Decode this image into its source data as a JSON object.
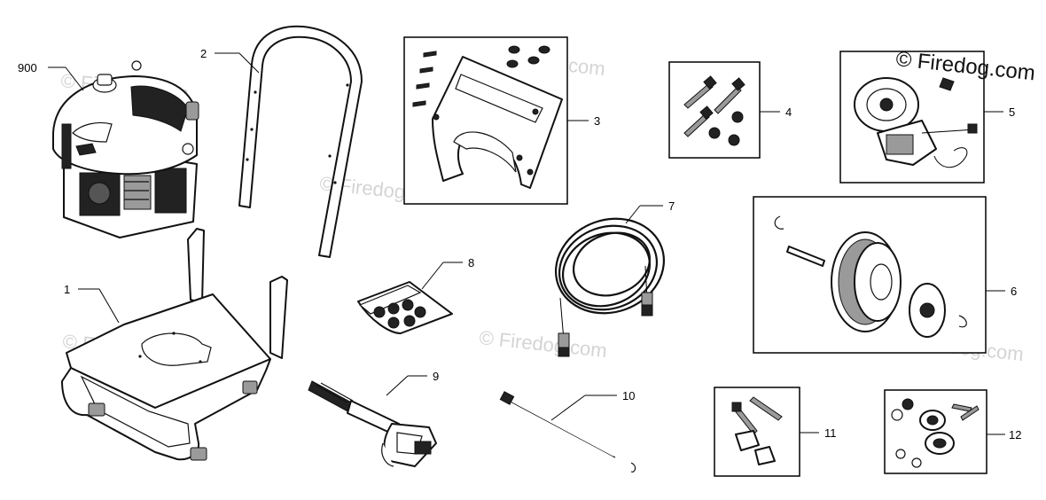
{
  "diagram": {
    "callouts": {
      "c900": "900",
      "c1": "1",
      "c2": "2",
      "c3": "3",
      "c4": "4",
      "c5": "5",
      "c6": "6",
      "c7": "7",
      "c8": "8",
      "c9": "9",
      "c10": "10",
      "c11": "11",
      "c12": "12"
    },
    "watermarks": {
      "w1": "© Firedog.com",
      "w2": "© Firedog.com",
      "w3": "© Firedog.com",
      "w4": "© Firedog.com",
      "w5": "© Firedog.com",
      "w6": "© Firedog.com",
      "w_top": "© Firedog.com"
    }
  }
}
